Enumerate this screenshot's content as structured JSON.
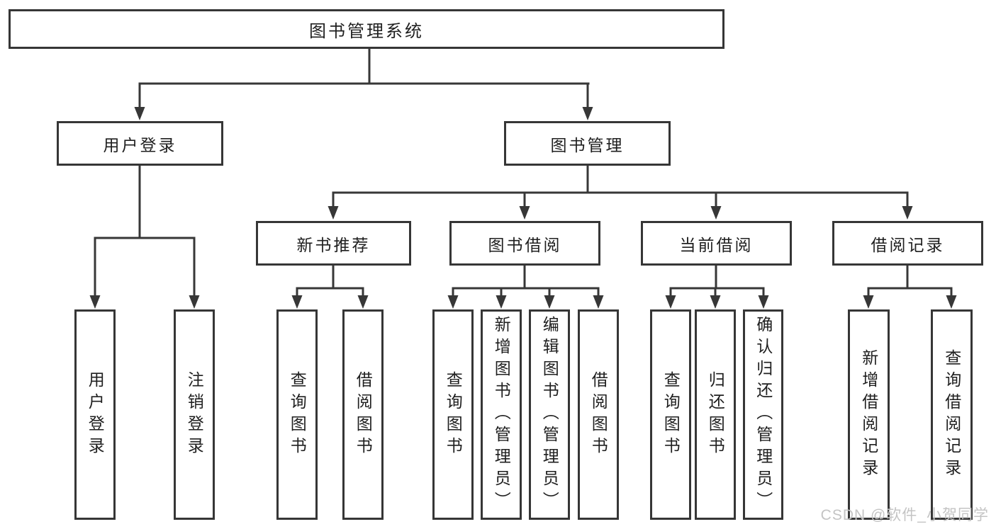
{
  "diagram": {
    "root": {
      "label": "图书管理系统",
      "children": [
        {
          "label": "用户登录",
          "children": [
            {
              "label": "用户登录"
            },
            {
              "label": "注销登录"
            }
          ]
        },
        {
          "label": "图书管理",
          "children": [
            {
              "label": "新书推荐",
              "children": [
                {
                  "label": "查询图书"
                },
                {
                  "label": "借阅图书"
                }
              ]
            },
            {
              "label": "图书借阅",
              "children": [
                {
                  "label": "查询图书"
                },
                {
                  "label": "新增图书（管理员）"
                },
                {
                  "label": "编辑图书（管理员）"
                },
                {
                  "label": "借阅图书"
                }
              ]
            },
            {
              "label": "当前借阅",
              "children": [
                {
                  "label": "查询图书"
                },
                {
                  "label": "归还图书"
                },
                {
                  "label": "确认归还（管理员）"
                }
              ]
            },
            {
              "label": "借阅记录",
              "children": [
                {
                  "label": "新增借阅记录"
                },
                {
                  "label": "查询借阅记录"
                }
              ]
            }
          ]
        }
      ]
    }
  },
  "watermark": "CSDN @软件_小贺同学",
  "colors": {
    "line": "#373737",
    "box_border": "#363636",
    "text": "#1f1f1f",
    "watermark": "#c4c4c4",
    "background": "#ffffff"
  }
}
